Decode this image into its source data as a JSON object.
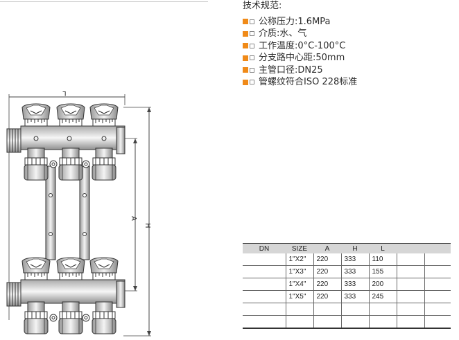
{
  "specs": {
    "title": "技术规范:",
    "bullet_color": "#f08a18",
    "items": [
      {
        "label": "公称压力:",
        "value": "1.6MPa"
      },
      {
        "label": "介质:",
        "value": "水、气"
      },
      {
        "label": "工作温度:",
        "value": "0°C-100°C"
      },
      {
        "label": "分支路中心距:",
        "value": "50mm"
      },
      {
        "label": "主管口径:",
        "value": "DN25"
      },
      {
        "label": "管螺纹符合",
        "value": "ISO 228标准"
      }
    ]
  },
  "drawing": {
    "dim_labels": {
      "length": "L",
      "height": "H",
      "axis": "A"
    }
  },
  "table": {
    "headers": [
      "DN",
      "SIZE",
      "A",
      "H",
      "L",
      "",
      ""
    ],
    "rows": [
      [
        "",
        "1\"X2\"",
        "220",
        "333",
        "110",
        "",
        ""
      ],
      [
        "",
        "1\"X3\"",
        "220",
        "333",
        "155",
        "",
        ""
      ],
      [
        "",
        "1\"X4\"",
        "220",
        "333",
        "200",
        "",
        ""
      ],
      [
        "",
        "1\"X5\"",
        "220",
        "333",
        "245",
        "",
        ""
      ],
      [
        "",
        "",
        "",
        "",
        "",
        "",
        ""
      ],
      [
        "",
        "",
        "",
        "",
        "",
        "",
        ""
      ]
    ]
  }
}
